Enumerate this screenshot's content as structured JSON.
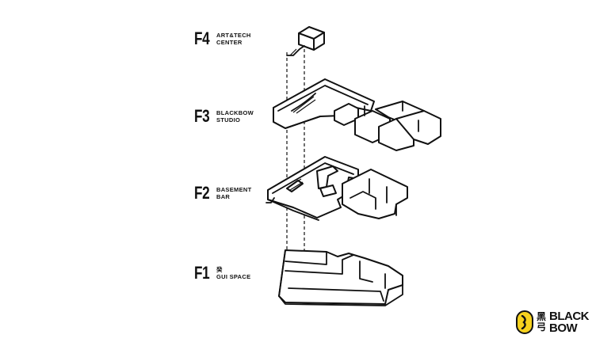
{
  "floors": [
    {
      "id": "F4",
      "lines": [
        "ART&TECH",
        "CENTER"
      ]
    },
    {
      "id": "F3",
      "lines": [
        "BLACKBOW",
        "STUDIO"
      ]
    },
    {
      "id": "F2",
      "lines": [
        "BASEMENT",
        "BAR"
      ]
    },
    {
      "id": "F1",
      "lines": [
        "癸",
        "GUI SPACE"
      ]
    }
  ],
  "logo": {
    "cjk": [
      "黑",
      "弓"
    ],
    "text": [
      "BLACK",
      "BOW"
    ],
    "mark_color": "#f7d21e"
  }
}
